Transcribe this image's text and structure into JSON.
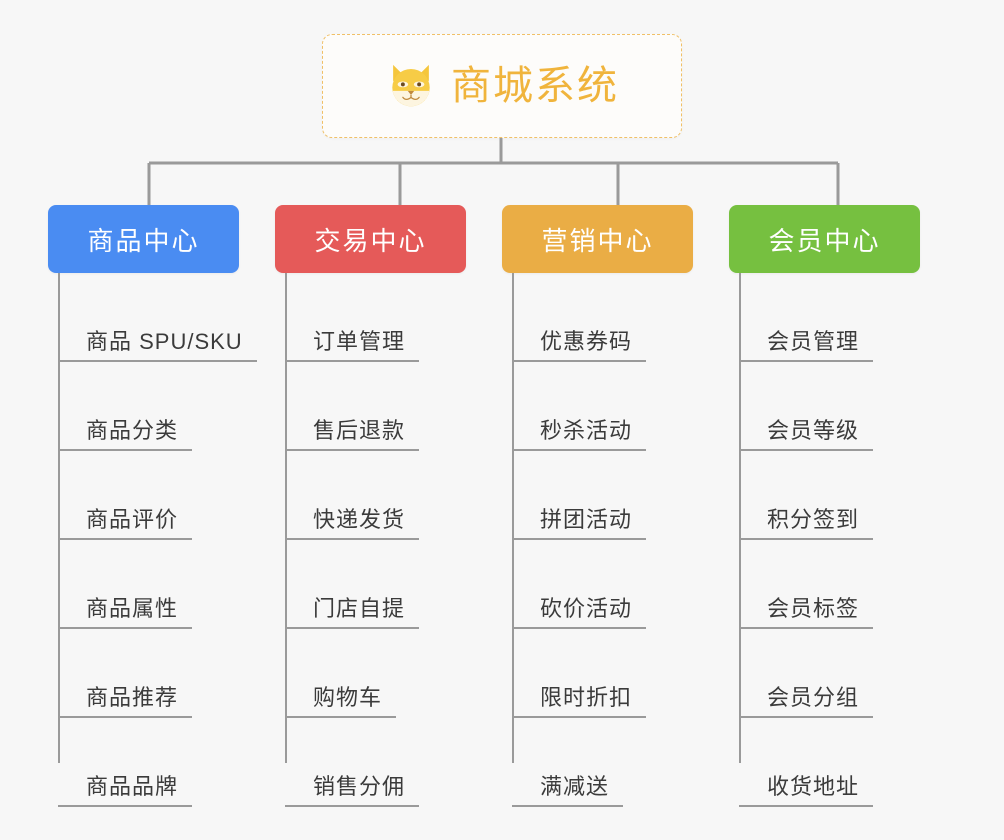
{
  "root": {
    "title": "商城系统",
    "emoji_name": "shiba-dog-face-emoji",
    "border_color": "#f0c067",
    "text_color": "#f0b43c"
  },
  "connector_color": "#9a9a9a",
  "background_color": "#f7f7f7",
  "columns": [
    {
      "category": "商品中心",
      "color": "#4a8cf2",
      "items": [
        "商品 SPU/SKU",
        "商品分类",
        "商品评价",
        "商品属性",
        "商品推荐",
        "商品品牌"
      ]
    },
    {
      "category": "交易中心",
      "color": "#e55a59",
      "items": [
        "订单管理",
        "售后退款",
        "快递发货",
        "门店自提",
        "购物车",
        "销售分佣"
      ]
    },
    {
      "category": "营销中心",
      "color": "#eaad45",
      "items": [
        "优惠券码",
        "秒杀活动",
        "拼团活动",
        "砍价活动",
        "限时折扣",
        "满减送"
      ]
    },
    {
      "category": "会员中心",
      "color": "#76c040",
      "items": [
        "会员管理",
        "会员等级",
        "积分签到",
        "会员标签",
        "会员分组",
        "收货地址"
      ]
    }
  ]
}
